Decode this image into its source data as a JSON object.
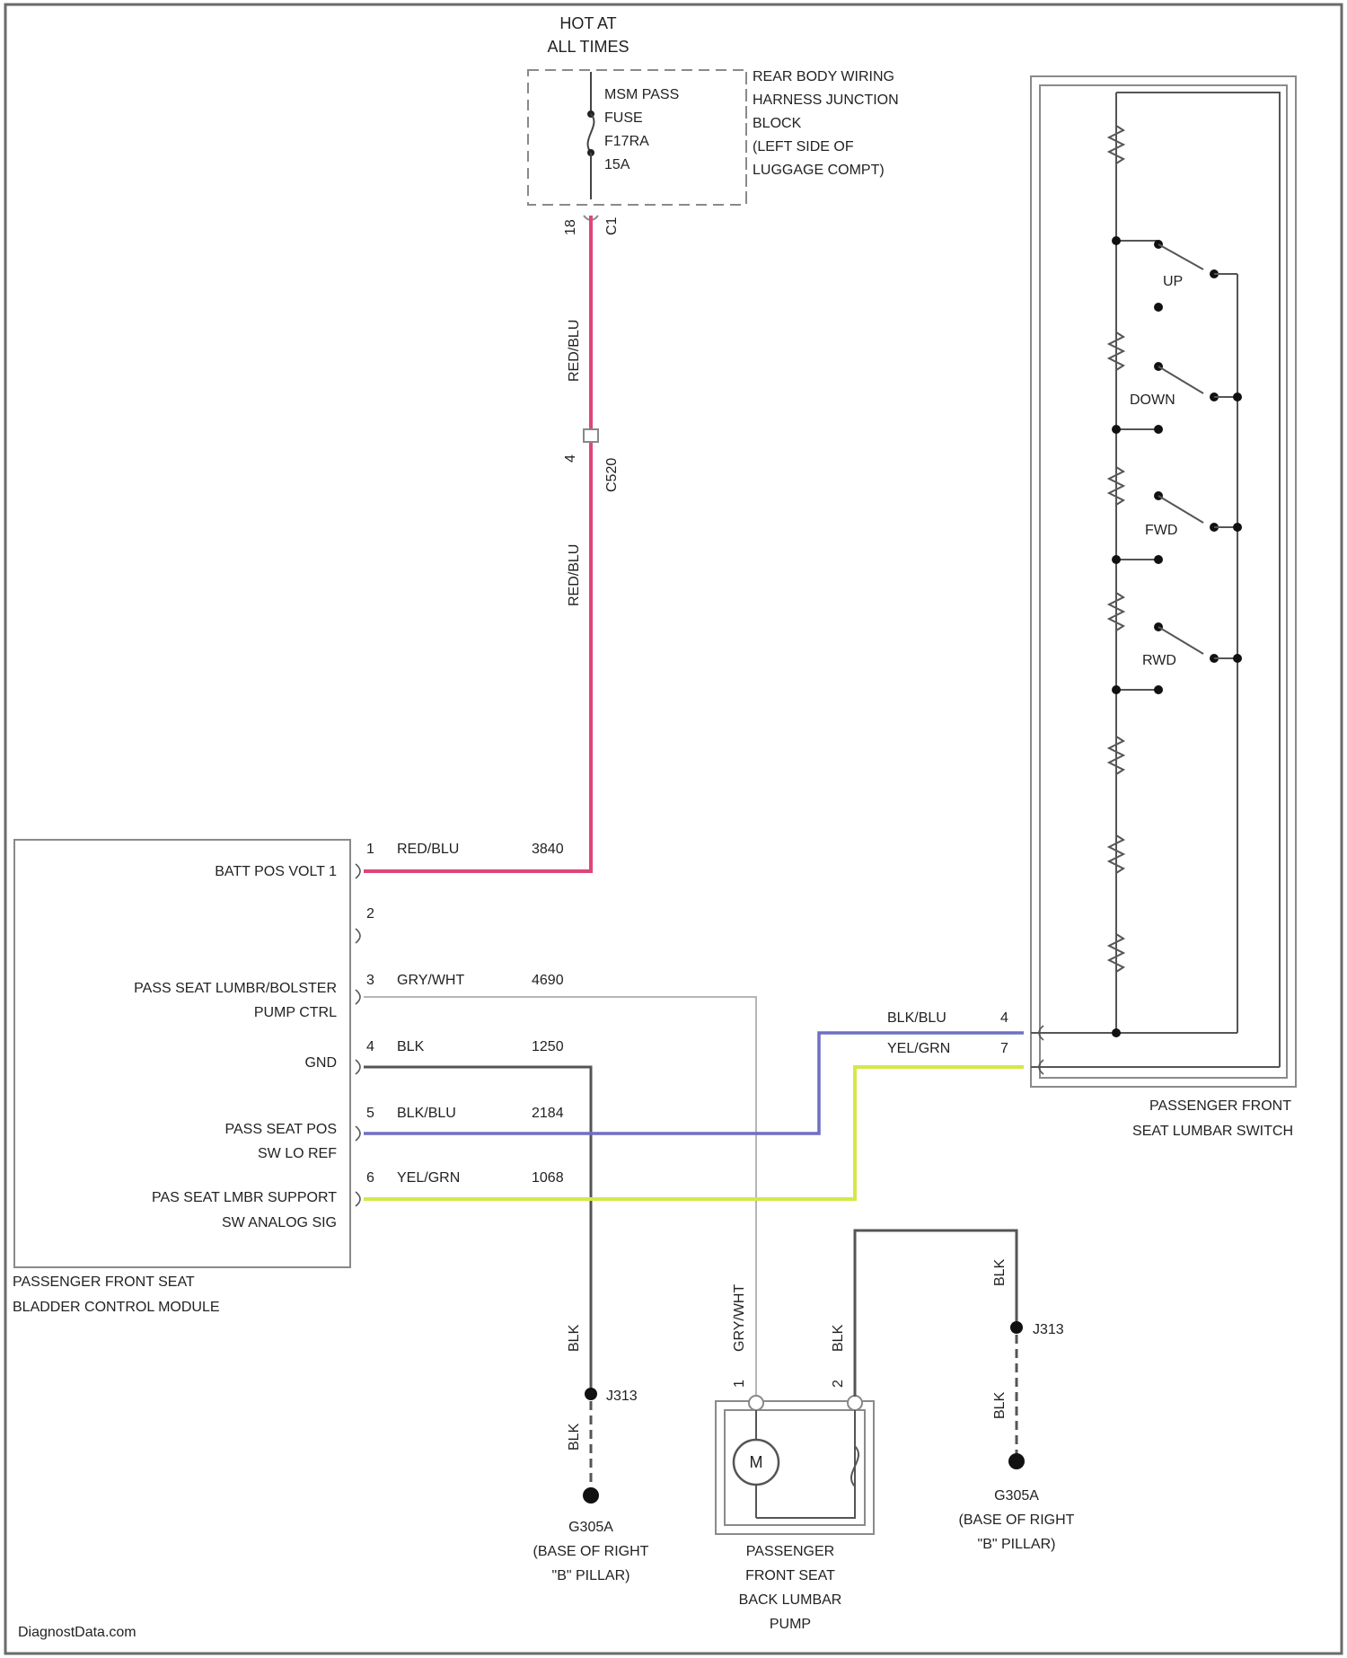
{
  "title": "",
  "colors": {
    "red_blu": "#e0457a",
    "blk": "#555555",
    "blk_blu": "#6f6fc4",
    "yel_grn": "#d4e84a",
    "gry_wht": "#b5b5b5",
    "frame": "#8a8a8a"
  },
  "power": {
    "line1": "HOT AT",
    "line2": "ALL TIMES"
  },
  "fuse": {
    "l1": "MSM PASS",
    "l2": "FUSE",
    "l3": "F17RA",
    "l4": "15A"
  },
  "junction_block": {
    "l1": "REAR BODY WIRING",
    "l2": "HARNESS JUNCTION",
    "l3": "BLOCK",
    "l4": "(LEFT SIDE OF",
    "l5": "LUGGAGE COMPT)"
  },
  "connector_pin_top": "18",
  "connector_code_top": "C1",
  "inline_connector": {
    "pin": "4",
    "code": "C520"
  },
  "module": {
    "name_l1": "PASSENGER FRONT SEAT",
    "name_l2": "BLADDER CONTROL MODULE",
    "pins": [
      {
        "num": "1",
        "label_l1": "BATT POS VOLT 1",
        "label_l2": "",
        "color_label": "RED/BLU",
        "circuit": "3840"
      },
      {
        "num": "2",
        "label_l1": "",
        "label_l2": "",
        "color_label": "",
        "circuit": ""
      },
      {
        "num": "3",
        "label_l1": "PASS SEAT LUMBR/BOLSTER",
        "label_l2": "PUMP CTRL",
        "color_label": "GRY/WHT",
        "circuit": "4690"
      },
      {
        "num": "4",
        "label_l1": "GND",
        "label_l2": "",
        "color_label": "BLK",
        "circuit": "1250"
      },
      {
        "num": "5",
        "label_l1": "PASS SEAT POS",
        "label_l2": "SW LO REF",
        "color_label": "BLK/BLU",
        "circuit": "2184"
      },
      {
        "num": "6",
        "label_l1": "PAS SEAT LMBR SUPPORT",
        "label_l2": "SW ANALOG SIG",
        "color_label": "YEL/GRN",
        "circuit": "1068"
      }
    ]
  },
  "vertical_labels": {
    "red_blu": "RED/BLU",
    "blk": "BLK",
    "gry_wht": "GRY/WHT"
  },
  "switch": {
    "name_l1": "PASSENGER FRONT",
    "name_l2": "SEAT LUMBAR SWITCH",
    "positions": [
      "UP",
      "DOWN",
      "FWD",
      "RWD"
    ],
    "pins": [
      {
        "num": "4",
        "color_label": "BLK/BLU"
      },
      {
        "num": "7",
        "color_label": "YEL/GRN"
      }
    ]
  },
  "pump": {
    "name_l1": "PASSENGER",
    "name_l2": "FRONT SEAT",
    "name_l3": "BACK LUMBAR",
    "name_l4": "PUMP",
    "motor_symbol": "M",
    "pin1": "1",
    "pin2": "2"
  },
  "splice_left": "J313",
  "splice_right": "J313",
  "ground_left": {
    "code": "G305A",
    "l1": "(BASE OF RIGHT",
    "l2": "\"B\" PILLAR)"
  },
  "ground_right": {
    "code": "G305A",
    "l1": "(BASE OF RIGHT",
    "l2": "\"B\" PILLAR)"
  },
  "footer": "DiagnostData.com"
}
